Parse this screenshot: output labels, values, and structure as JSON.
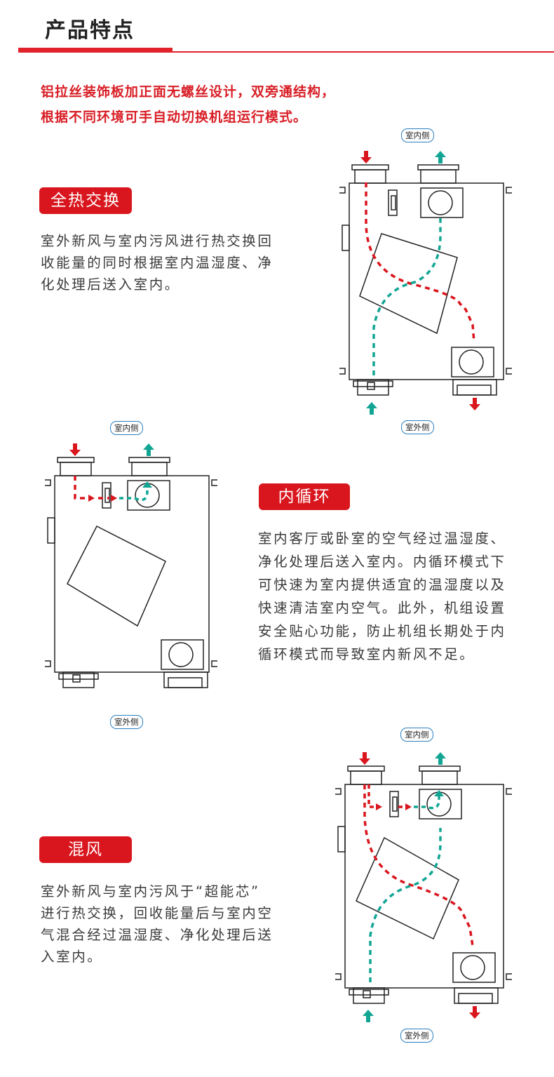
{
  "header": {
    "title": "产品特点"
  },
  "intro": {
    "line1": "铝拉丝装饰板加正面无螺丝设计，双旁通结构，",
    "line2": "根据不同环境可手自动切换机组运行模式。"
  },
  "modes": [
    {
      "label": "全热交换",
      "lines": [
        "室外新风与室内污风进行热交换回",
        "收能量的同时根据室内温湿度、净",
        "化处理后送入室内。"
      ],
      "indoor_label": "室内侧",
      "outdoor_label": "室外侧"
    },
    {
      "label": "内循环",
      "lines": [
        "室内客厅或卧室的空气经过温湿度、",
        "净化处理后送入室内。内循环模式下",
        "可快速为室内提供适宜的温湿度以及",
        "快速清洁室内空气。此外，机组设置",
        "安全贴心功能，防止机组长期处于内",
        "循环模式而导致室内新风不足。"
      ],
      "indoor_label": "室内侧",
      "outdoor_label": "室外侧"
    },
    {
      "label": "混风",
      "lines": [
        "室外新风与室内污风于“超能芯”",
        "进行热交换，回收能量后与室内空",
        "气混合经过温湿度、净化处理后送",
        "入室内。"
      ],
      "indoor_label": "室内侧",
      "outdoor_label": "室外侧"
    }
  ],
  "colors": {
    "accent": "#d9161e",
    "return_air": "#d9161e",
    "fresh_air": "#12a594",
    "outline": "#222222",
    "label_border": "#2a7fc0"
  }
}
